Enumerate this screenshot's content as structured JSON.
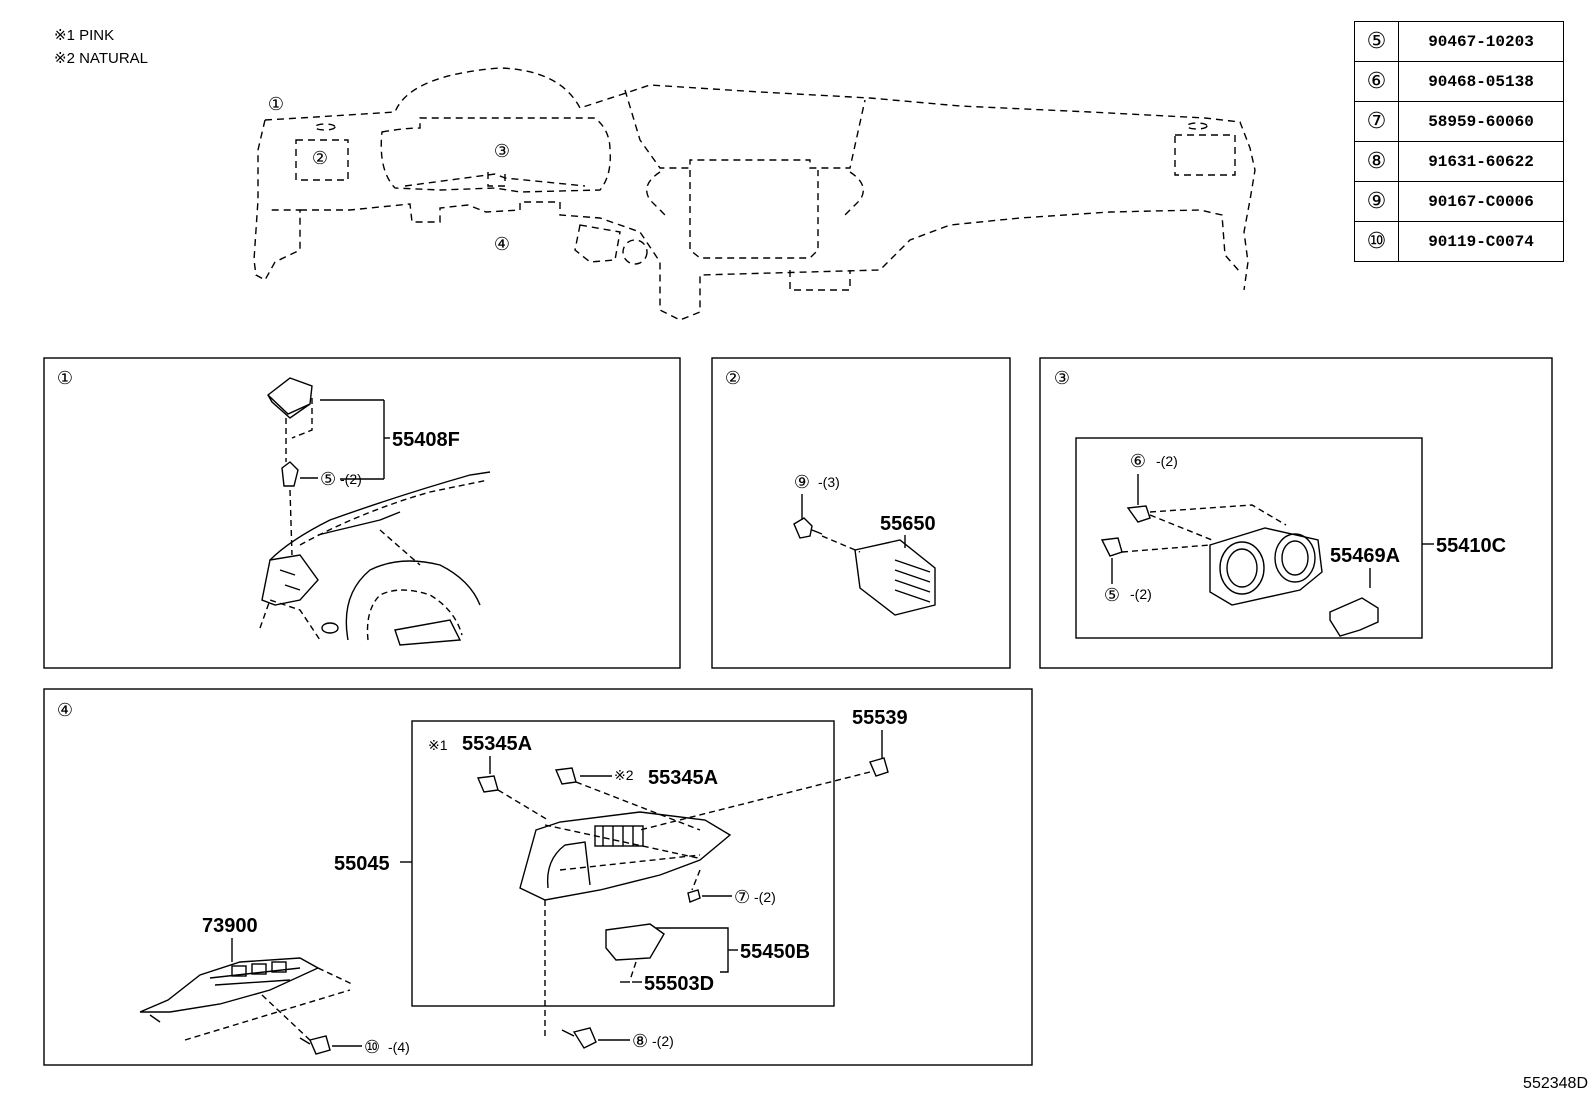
{
  "notes": [
    {
      "mark": "※1",
      "text": "PINK"
    },
    {
      "mark": "※2",
      "text": "NATURAL"
    }
  ],
  "parts_table": [
    {
      "ref": "⑤",
      "part": "90467-10203"
    },
    {
      "ref": "⑥",
      "part": "90468-05138"
    },
    {
      "ref": "⑦",
      "part": "58959-60060"
    },
    {
      "ref": "⑧",
      "part": "91631-60622"
    },
    {
      "ref": "⑨",
      "part": "90167-C0006"
    },
    {
      "ref": "⑩",
      "part": "90119-C0074"
    }
  ],
  "overview": {
    "refs": [
      "①",
      "②",
      "③",
      "④"
    ]
  },
  "box1": {
    "ref": "①",
    "part": "55408F",
    "fastener_ref": "⑤",
    "fastener_qty": "-(2)"
  },
  "box2": {
    "ref": "②",
    "part": "55650",
    "fastener_ref": "⑨",
    "fastener_qty": "-(3)"
  },
  "box3": {
    "ref": "③",
    "assembly": "55410C",
    "part": "55469A",
    "fastener_a_ref": "⑥",
    "fastener_a_qty": "-(2)",
    "fastener_b_ref": "⑤",
    "fastener_b_qty": "-(2)"
  },
  "box4": {
    "ref": "④",
    "assembly": "55045",
    "clip": "55539",
    "clip_pink_mark": "※1",
    "clip_pink": "55345A",
    "clip_natural_mark": "※2",
    "clip_natural": "55345A",
    "screw_ref": "⑦",
    "screw_qty": "-(2)",
    "pocket": "55450B",
    "pocket_screw": "55503D",
    "bolt_ref": "⑧",
    "bolt_qty": "-(2)",
    "bracket": "73900",
    "bracket_bolt_ref": "⑩",
    "bracket_bolt_qty": "-(4)"
  },
  "figure_id": "552348D"
}
